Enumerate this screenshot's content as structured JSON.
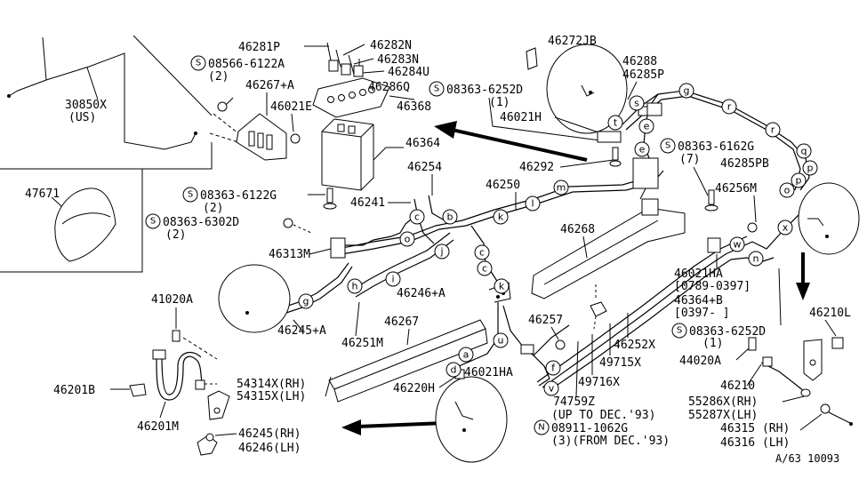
{
  "labels": {
    "p30850x": "30850X",
    "us": "(US)",
    "p47671": "47671",
    "p46281p": "46281P",
    "p46282n": "46282N",
    "p46283n": "46283N",
    "p46284u": "46284U",
    "p46286q": "46286Q",
    "p46368": "46368",
    "s08566": "08566-6122A",
    "q2a": "(2)",
    "p46267a": "46267+A",
    "p46021e": "46021E",
    "p46364": "46364",
    "p46254": "46254",
    "s08363_6122g": "08363-6122G",
    "q2b": "(2)",
    "p46241": "46241",
    "p46250": "46250",
    "s08363_6302d": "08363-6302D",
    "q2c": "(2)",
    "p46313m": "46313M",
    "p46245a": "46245+A",
    "p46251m": "46251M",
    "p46246a": "46246+A",
    "p46267": "46267",
    "p46272jb": "46272JB",
    "p46288": "46288",
    "p46285p": "46285P",
    "s08363_6252d_a": "08363-6252D",
    "q1a": "(1)",
    "p46021h": "46021H",
    "p46292": "46292",
    "s08363_6162g": "08363-6162G",
    "q7": "(7)",
    "p46285pb": "46285PB",
    "p46256m": "46256M",
    "p46268": "46268",
    "p46021ha_a": "46021HA",
    "d0789": "[0789-0397]",
    "p46364b": "46364+B",
    "d0397": "[0397-     ]",
    "s08363_6252d_b": "08363-6252D",
    "q1b": "(1)",
    "p46210l": "46210L",
    "p44020a": "44020A",
    "p46210": "46210",
    "p55286x": "55286X(RH)",
    "p55287x": "55287X(LH)",
    "p46315": "46315 (RH)",
    "p46316": "46316 (LH)",
    "p41020a": "41020A",
    "p54314x": "54314X(RH)",
    "p54315x": "54315X(LH)",
    "p46201b": "46201B",
    "p46201m": "46201M",
    "p46245rh": "46245(RH)",
    "p46246lh": "46246(LH)",
    "p46220h": "46220H",
    "p46021ha_b": "46021HA",
    "p46257": "46257",
    "p46252x": "46252X",
    "p49715x": "49715X",
    "p49716x": "49716X",
    "p74759z": "74759Z",
    "upto93": "(UP TO DEC.'93)",
    "n08911": "08911-1062G",
    "from93": "(3)(FROM DEC.'93)",
    "code": "A/63 10093"
  },
  "callouts": [
    "a",
    "b",
    "c",
    "d",
    "e",
    "f",
    "g",
    "h",
    "i",
    "j",
    "k",
    "l",
    "m",
    "n",
    "o",
    "p",
    "q",
    "r",
    "s",
    "t",
    "u",
    "v",
    "w",
    "x"
  ],
  "symbols": {
    "screw": "S",
    "nut": "N"
  }
}
